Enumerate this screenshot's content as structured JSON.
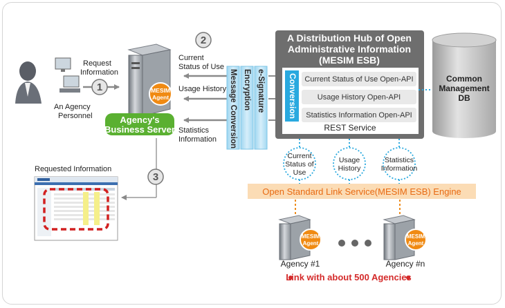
{
  "hub": {
    "title": [
      "A Distribution Hub of Open",
      "Administrative Information",
      "(MESIM ESB)"
    ],
    "conversion": "Conversion",
    "apis": [
      "Current Status of Use Open-API",
      "Usage History Open-API",
      "Statistics Information Open-API"
    ],
    "rest_service": "REST Service"
  },
  "db": {
    "label": [
      "Common",
      "Management",
      "DB"
    ]
  },
  "vertical_bars": [
    "Message Conversion",
    "Encryption",
    "e-Signature"
  ],
  "left": {
    "person_label": [
      "An Agency",
      "Personnel"
    ],
    "request_label": [
      "Request",
      "Information"
    ],
    "server_label": [
      "Agency's",
      "Business Server"
    ],
    "agent_label": [
      "MESIM",
      "Agent"
    ],
    "requested_information": "Requested Information"
  },
  "steps": [
    "1",
    "2",
    "3"
  ],
  "flows": {
    "current_status": [
      "Current",
      "Status of Use"
    ],
    "usage_history": "Usage History",
    "statistics": [
      "Statistics",
      "Information"
    ]
  },
  "bubbles": [
    [
      "Current",
      "Status of",
      "Use"
    ],
    [
      "Usage",
      "History"
    ],
    [
      "Statistics",
      "Information"
    ]
  ],
  "engine": "Open Standard Link Service(MESIM ESB) Engine",
  "agencies": [
    {
      "label": "Agency #1",
      "agent": [
        "MESIM",
        "Agent"
      ]
    },
    {
      "label": "Agency #n",
      "agent": [
        "MESIM",
        "Agent"
      ]
    }
  ],
  "footer": "Link with about 500 Agencies",
  "colors": {
    "hub_gray": "#6e6e6e",
    "conversion_blue": "#29a9df",
    "server_green": "#5ab031",
    "agent_orange": "#f08a12",
    "engine_orange": "#ee8c1c",
    "dashed_red": "#d22020",
    "footer_red": "#d42a2a"
  }
}
